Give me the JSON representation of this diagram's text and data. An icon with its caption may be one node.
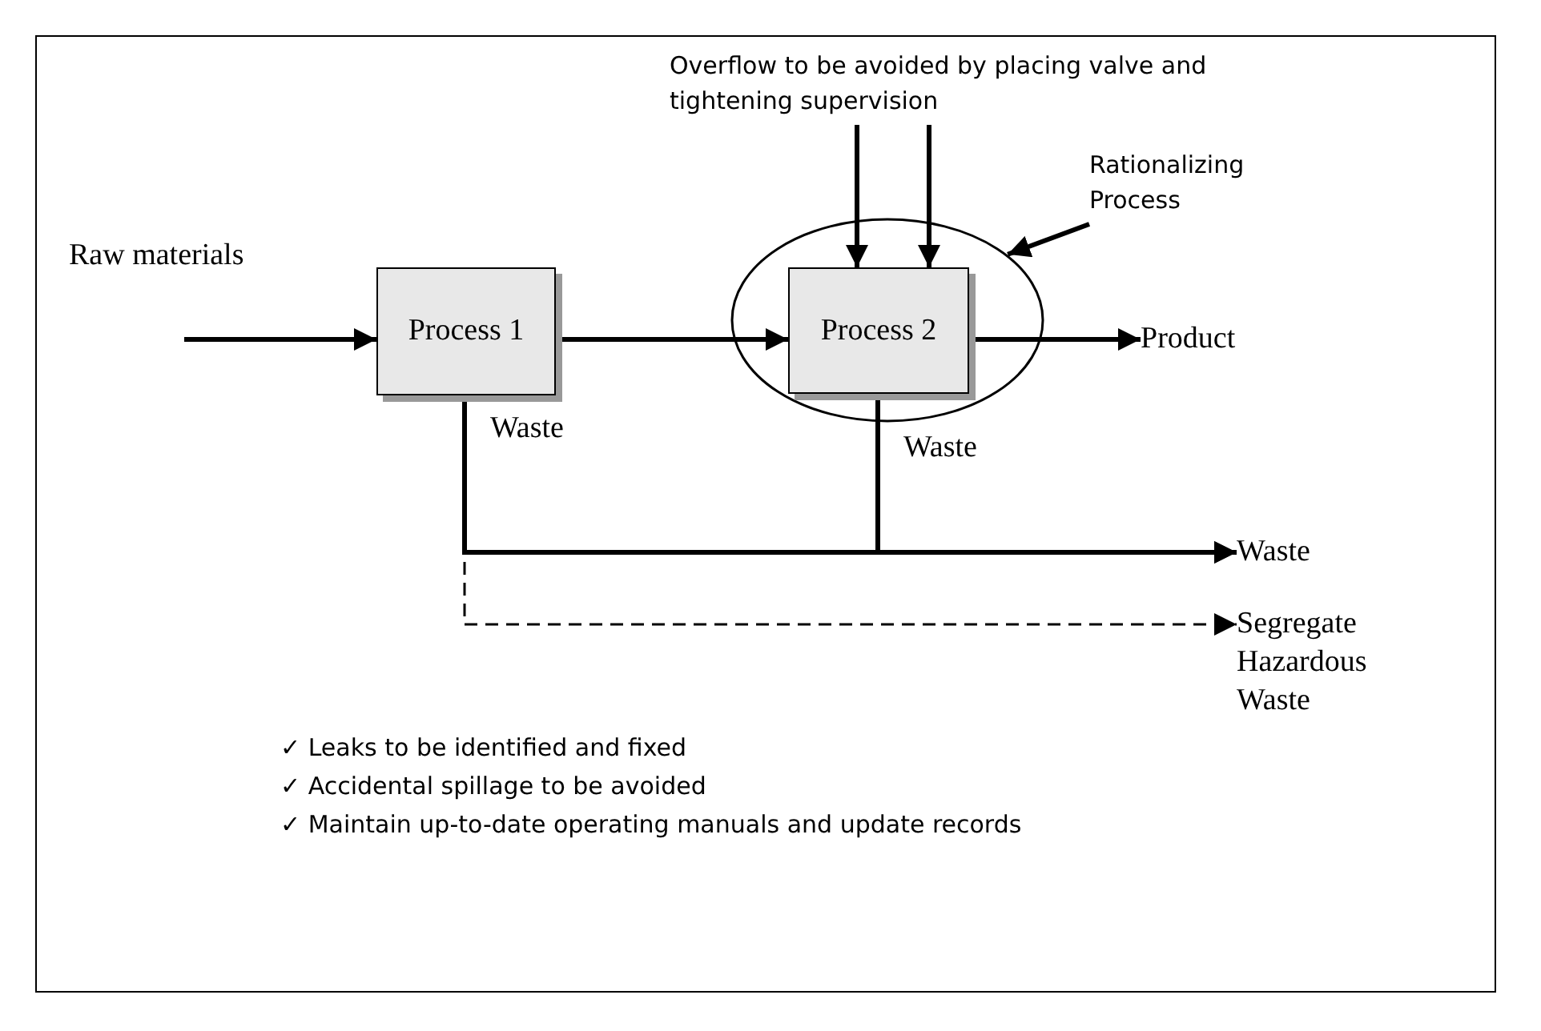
{
  "diagram": {
    "nodes": [
      {
        "text": [
          "Overflow to be avoided by placing valve and tightening supervision"
        ]
      },
      {
        "text": [
          "Rationalizing Process"
        ]
      },
      {
        "text": [
          "Raw materials"
        ]
      },
      {
        "text": [
          "Process 1"
        ]
      },
      {
        "text": [],
        "shape": "ellipse"
      },
      {
        "text": [
          "Process 2"
        ],
        "in": 4
      },
      {
        "text": [
          "Product"
        ]
      },
      {
        "text": [
          "Waste"
        ]
      },
      {
        "text": [
          "Segregate Hazardous Waste"
        ]
      }
    ],
    "edges": [
      {
        "from": 2,
        "to": 3,
        "arrow": "to"
      },
      {
        "from": 3,
        "to": 5,
        "arrow": "to"
      },
      {
        "from": 0,
        "to": 5,
        "arrow": "to"
      },
      {
        "from": 0,
        "to": 5,
        "arrow": "to"
      },
      {
        "from": 1,
        "to": 4,
        "arrow": "to"
      },
      {
        "from": 5,
        "to": 6,
        "arrow": "to"
      },
      {
        "from": 3,
        "to": 7,
        "arrow": "to",
        "label": "Waste"
      },
      {
        "from": 5,
        "to": 7,
        "arrow": "to",
        "label": "Waste"
      },
      {
        "from": 3,
        "to": 8,
        "arrow": "to",
        "style": "dashed"
      }
    ],
    "labels": [
      "✓ Leaks to be identified and fixed",
      "✓ Accidental spillage to be avoided",
      "✓ Maintain up-to-date operating manuals and update records"
    ]
  }
}
